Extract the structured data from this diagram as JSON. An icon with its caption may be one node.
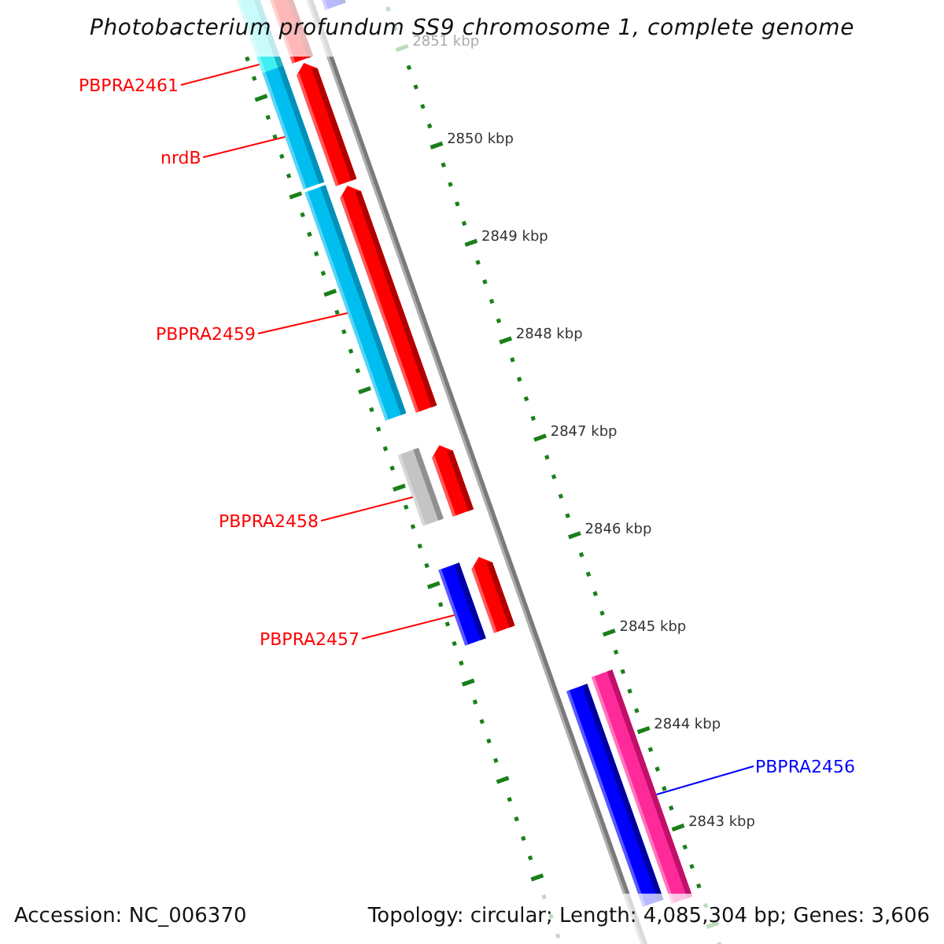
{
  "diagram": {
    "title": "Photobacterium profundum SS9 chromosome 1, complete genome",
    "nodes": [
      {
        "text": [
          "PBPRA2461"
        ]
      },
      {
        "text": [],
        "shape": "bar"
      },
      {
        "text": [
          "nrdB"
        ]
      },
      {
        "text": [],
        "shape": "bar"
      },
      {
        "text": [
          "PBPRA2459"
        ]
      },
      {
        "text": [],
        "shape": "bar"
      },
      {
        "text": [
          "PBPRA2458"
        ]
      },
      {
        "text": [],
        "shape": "bar"
      },
      {
        "text": [
          "PBPRA2457"
        ]
      },
      {
        "text": [],
        "shape": "bar"
      },
      {
        "text": [
          "PBPRA2456"
        ]
      },
      {
        "text": [],
        "shape": "bar"
      }
    ],
    "edges": [
      {
        "from": 0,
        "to": 1,
        "arrow": "none"
      },
      {
        "from": 2,
        "to": 3,
        "arrow": "none"
      },
      {
        "from": 4,
        "to": 5,
        "arrow": "none"
      },
      {
        "from": 6,
        "to": 7,
        "arrow": "none"
      },
      {
        "from": 8,
        "to": 9,
        "arrow": "none"
      },
      {
        "from": 10,
        "to": 11,
        "arrow": "none",
        "color": "#0000ff"
      }
    ],
    "labels": [
      "2851 kbp",
      "2850 kbp",
      "2849 kbp",
      "2848 kbp",
      "2847 kbp",
      "2846 kbp",
      "2845 kbp",
      "2844 kbp",
      "2843 kbp",
      "Accession: NC_006370",
      "Topology: circular; Length: 4,085,304 bp; Genes: 3,606"
    ]
  }
}
